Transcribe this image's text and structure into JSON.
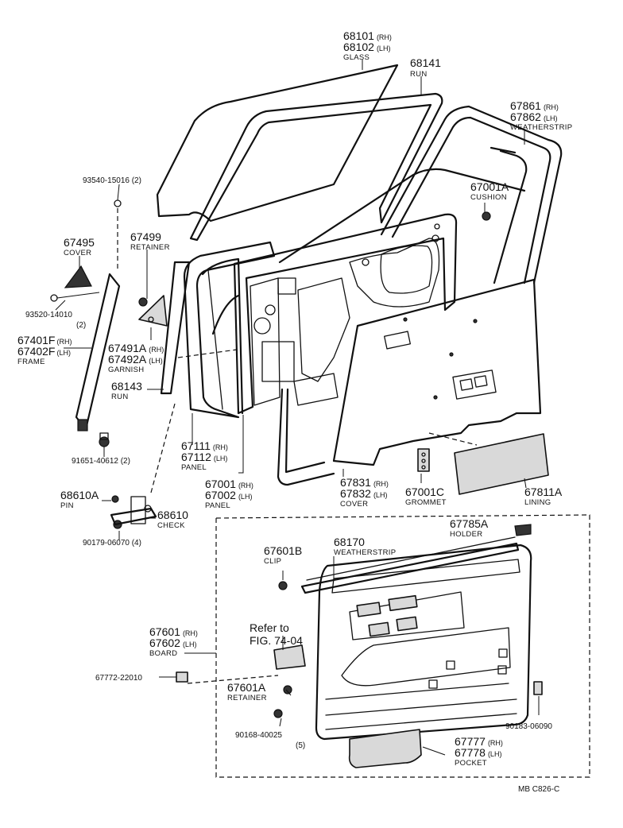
{
  "diagram_code": "MB  C826-C",
  "reference_note": {
    "line1": "Refer to",
    "line2": "FIG. 74-04"
  },
  "callouts": {
    "glass": {
      "n1": "68101",
      "s1": "(RH)",
      "n2": "68102",
      "s2": "(LH)",
      "name": "GLASS"
    },
    "run_top": {
      "n1": "68141",
      "name": "RUN"
    },
    "weatherstrip_door": {
      "n1": "67861",
      "s1": "(RH)",
      "n2": "67862",
      "s2": "(LH)",
      "name": "WEATHERSTRIP"
    },
    "screw_93540": {
      "n1": "93540-15016 (2)"
    },
    "cushion": {
      "n1": "67001A",
      "name": "CUSHION"
    },
    "cover_67495": {
      "n1": "67495",
      "name": "COVER"
    },
    "retainer_67499": {
      "n1": "67499",
      "name": "RETAINER"
    },
    "screw_93520": {
      "n1": "93520-14010",
      "n2": "(2)"
    },
    "frame": {
      "n1": "67401F",
      "s1": "(RH)",
      "n2": "67402F",
      "s2": "(LH)",
      "name": "FRAME"
    },
    "garnish": {
      "n1": "67491A",
      "s1": "(RH)",
      "n2": "67492A",
      "s2": "(LH)",
      "name": "GARNISH"
    },
    "run_68143": {
      "n1": "68143",
      "name": "RUN"
    },
    "bolt_91651": {
      "n1": "91651-40612 (2)"
    },
    "panel_inner": {
      "n1": "67111",
      "s1": "(RH)",
      "n2": "67112",
      "s2": "(LH)",
      "name": "PANEL"
    },
    "panel_door": {
      "n1": "67001",
      "s1": "(RH)",
      "n2": "67002",
      "s2": "(LH)",
      "name": "PANEL"
    },
    "cover_67831": {
      "n1": "67831",
      "s1": "(RH)",
      "n2": "67832",
      "s2": "(LH)",
      "name": "COVER"
    },
    "grommet": {
      "n1": "67001C",
      "name": "GROMMET"
    },
    "lining": {
      "n1": "67811A",
      "name": "LINING"
    },
    "pin": {
      "n1": "68610A",
      "name": "PIN"
    },
    "check": {
      "n1": "68610",
      "name": "CHECK"
    },
    "bolt_90179": {
      "n1": "90179-06070 (4)"
    },
    "holder": {
      "n1": "67785A",
      "name": "HOLDER"
    },
    "weatherstrip_belt": {
      "n1": "68170",
      "name": "WEATHERSTRIP"
    },
    "clip": {
      "n1": "67601B",
      "name": "CLIP"
    },
    "board": {
      "n1": "67601",
      "s1": "(RH)",
      "n2": "67602",
      "s2": "(LH)",
      "name": "BOARD"
    },
    "knob_67772": {
      "n1": "67772-22010"
    },
    "retainer_67601A": {
      "n1": "67601A",
      "name": "RETAINER"
    },
    "screw_90168": {
      "n1": "90168-40025",
      "n2": "(5)"
    },
    "clip_90183": {
      "n1": "90183-06090"
    },
    "pocket": {
      "n1": "67777",
      "s1": "(RH)",
      "n2": "67778",
      "s2": "(LH)",
      "name": "POCKET"
    }
  }
}
